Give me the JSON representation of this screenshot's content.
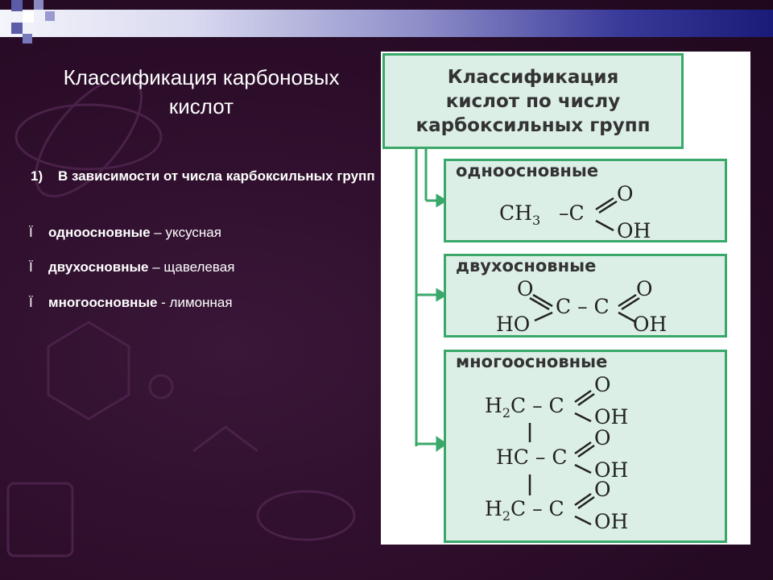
{
  "slide": {
    "title_line1": "Классификация карбоновых",
    "title_line2": "кислот",
    "heading_number": "1)",
    "heading_text": "В зависимости от числа карбоксильных групп",
    "bullets": [
      {
        "marker": "Ï",
        "bold": "одноосновные",
        "rest": " – уксусная"
      },
      {
        "marker": "Ï",
        "bold": "двухосновные",
        "rest": " – щавелевая"
      },
      {
        "marker": "Ï",
        "bold": "многоосновные",
        "rest": " - лимонная"
      }
    ]
  },
  "figure": {
    "header": [
      "Классификация",
      "кислот по числу",
      "карбоксильных групп"
    ],
    "mono": {
      "label": "одноосновные",
      "left_group": "CH",
      "left_sub": "3",
      "dash_c": "–C",
      "o_top": "O",
      "oh": "OH"
    },
    "di": {
      "label": "двухосновные",
      "o_left": "O",
      "o_right": "O",
      "middle": "C – C",
      "ho": "HO",
      "oh": "OH"
    },
    "poly": {
      "label": "многоосновные",
      "rows": [
        {
          "left": "H",
          "sub": "2",
          "rest": "C – C",
          "o": "O",
          "oh": "OH"
        },
        {
          "left": "HC",
          "sub": "",
          "rest": " – C",
          "o": "O",
          "oh": "OH"
        },
        {
          "left": "H",
          "sub": "2",
          "rest": "C – C",
          "o": "O",
          "oh": "OH"
        }
      ]
    }
  },
  "colors": {
    "background": "#2b0d2a",
    "box_fill": "#dcefe6",
    "box_border": "#3aa86a",
    "arrow": "#3aa86a"
  }
}
